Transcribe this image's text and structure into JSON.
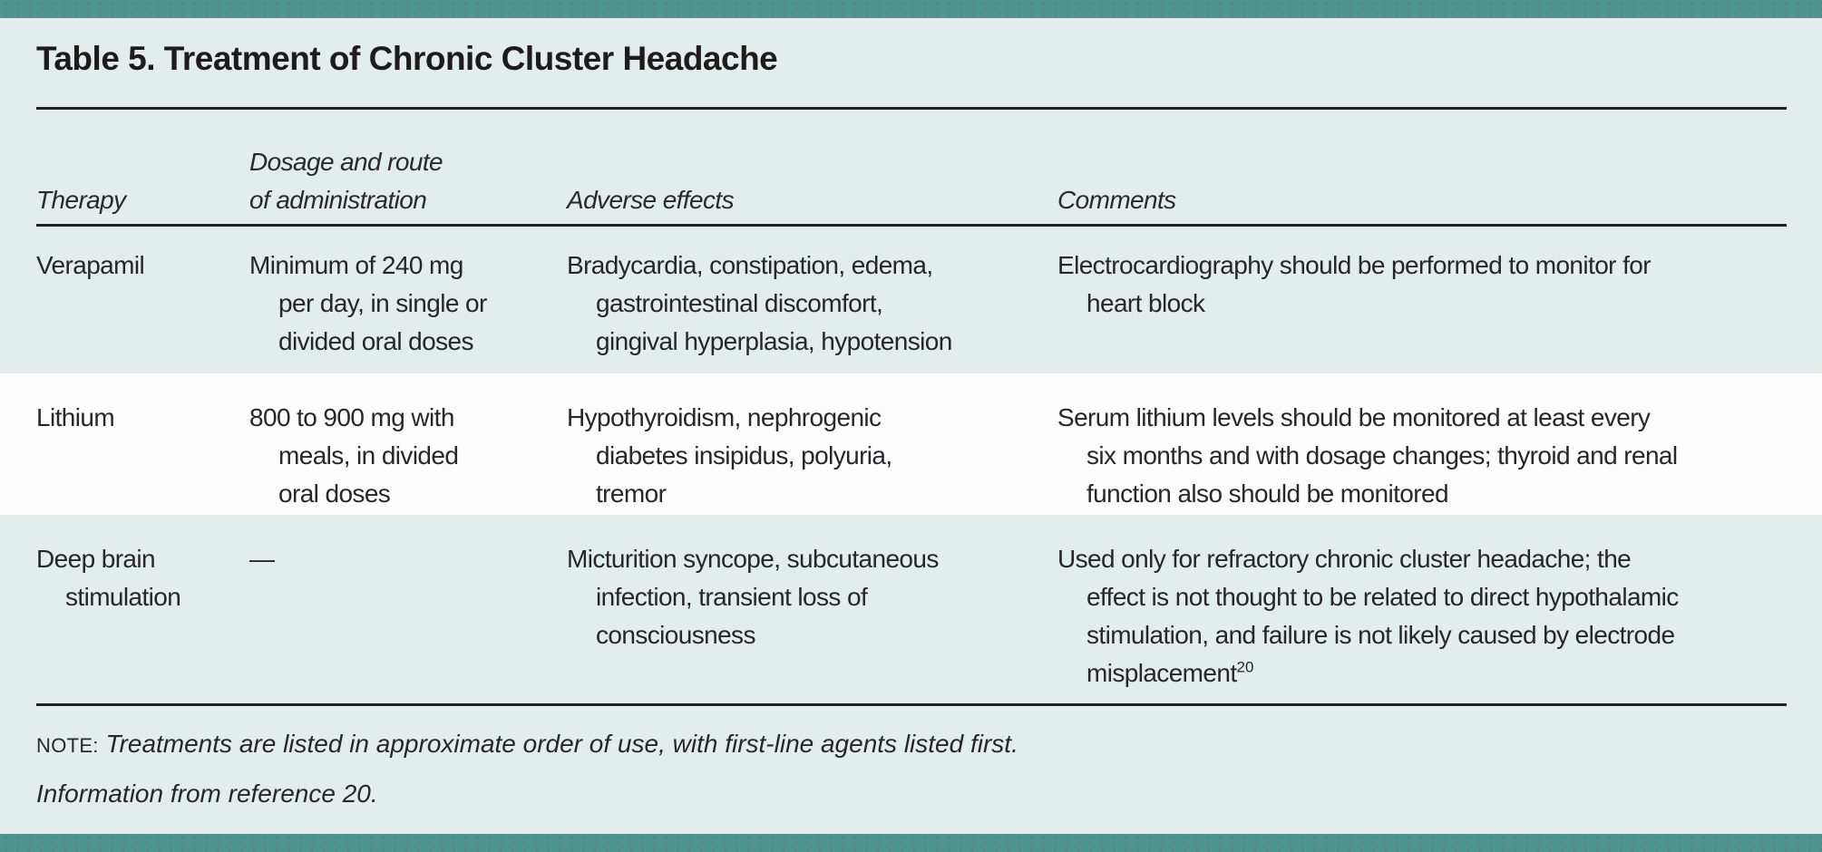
{
  "page": {
    "title": "Table 5. Treatment of Chronic Cluster Headache",
    "colors": {
      "accent_bar": "#4e9592",
      "background": "#e3edeb",
      "row_highlight": "#fdfdfd",
      "text": "#28262a",
      "rule": "#222224"
    }
  },
  "table": {
    "headers": {
      "therapy": "Therapy",
      "dosage_lines": [
        "Dosage and route",
        "of administration"
      ],
      "adverse": "Adverse effects",
      "comments": "Comments"
    },
    "rows": [
      {
        "therapy": "Verapamil",
        "dosage_lines": [
          "Minimum of 240 mg",
          "per day, in single or",
          "divided oral doses"
        ],
        "adverse_lines": [
          "Bradycardia, constipation, edema,",
          "gastrointestinal discomfort,",
          "gingival hyperplasia, hypotension"
        ],
        "comments_lines": [
          "Electrocardiography should be performed to monitor for",
          "heart block"
        ]
      },
      {
        "therapy": "Lithium",
        "dosage_lines": [
          "800 to 900 mg with",
          "meals, in divided",
          "oral doses"
        ],
        "adverse_lines": [
          "Hypothyroidism, nephrogenic",
          "diabetes insipidus, polyuria,",
          "tremor"
        ],
        "comments_lines": [
          "Serum lithium levels should be monitored at least every",
          "six months and with dosage changes; thyroid and renal",
          "function also should be monitored"
        ]
      },
      {
        "therapy_lines": [
          "Deep brain",
          "stimulation"
        ],
        "dosage": "—",
        "adverse_lines": [
          "Micturition syncope, subcutaneous",
          "infection, transient loss of",
          "consciousness"
        ],
        "comments_lines": [
          "Used only for refractory chronic cluster headache; the",
          "effect is not thought to be related to direct hypothalamic",
          "stimulation, and failure is not likely caused by electrode"
        ],
        "comments_last_line": "misplacement",
        "comments_ref_sup": "20"
      }
    ]
  },
  "footer": {
    "note_label": "NOTE:",
    "note_text": "Treatments are listed in approximate order of use, with first-line agents listed first.",
    "source_text": "Information from reference 20."
  }
}
